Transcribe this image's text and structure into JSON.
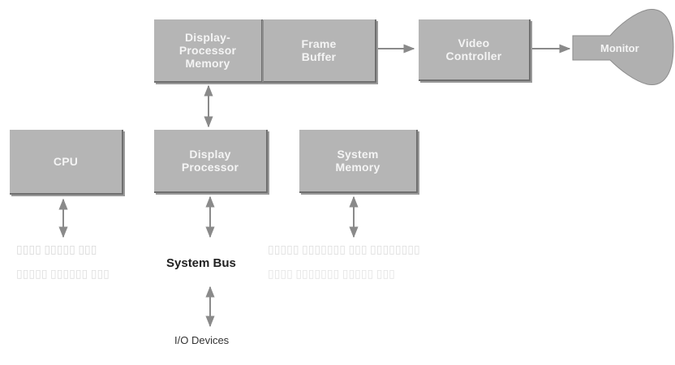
{
  "diagram": {
    "boxes": {
      "display_processor_memory": [
        "Display-",
        "Processor",
        "Memory"
      ],
      "frame_buffer": [
        "Frame",
        "Buffer"
      ],
      "video_controller": [
        "Video",
        "Controller"
      ],
      "monitor": "Monitor",
      "cpu": "CPU",
      "display_processor": [
        "Display",
        "Processor"
      ],
      "system_memory": [
        "System",
        "Memory"
      ]
    },
    "labels": {
      "system_bus": "System Bus",
      "io_devices": "I/O Devices"
    },
    "colors": {
      "box_fill": "#b5b5b5",
      "box_text": "#f4f4f4",
      "arrow": "#8a8a8a",
      "label_text": "#222222"
    }
  }
}
